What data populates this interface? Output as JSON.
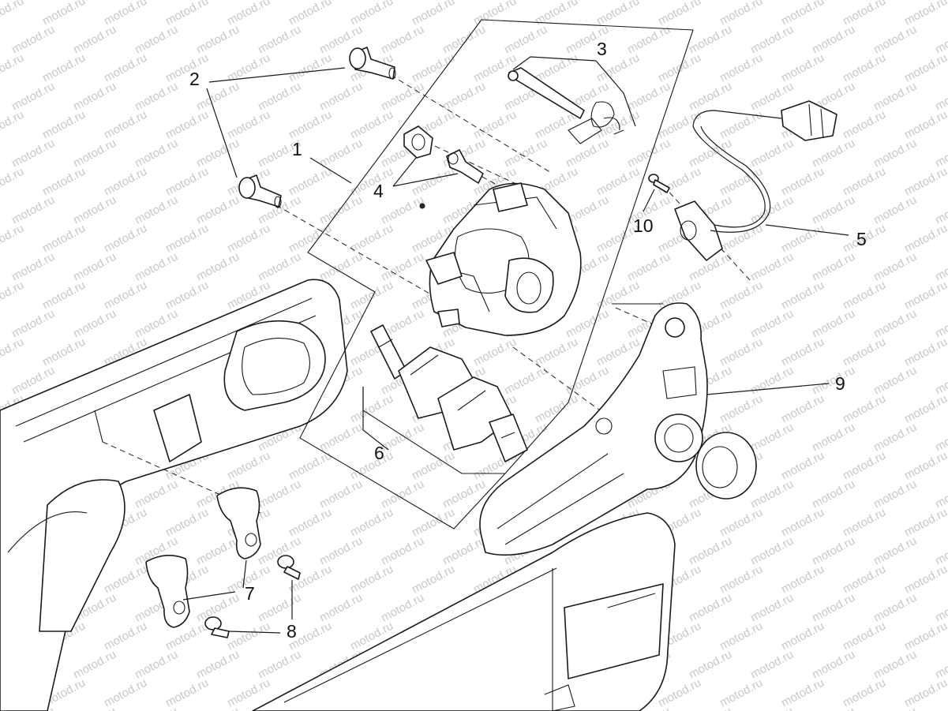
{
  "watermark": {
    "text": "motod.ru"
  },
  "callouts": [
    {
      "id": "1",
      "text": "1"
    },
    {
      "id": "2",
      "text": "2"
    },
    {
      "id": "3",
      "text": "3"
    },
    {
      "id": "4",
      "text": "4"
    },
    {
      "id": "5",
      "text": "5"
    },
    {
      "id": "6",
      "text": "6"
    },
    {
      "id": "7",
      "text": "7"
    },
    {
      "id": "8",
      "text": "8"
    },
    {
      "id": "9",
      "text": "9"
    },
    {
      "id": "10",
      "text": "10"
    }
  ]
}
